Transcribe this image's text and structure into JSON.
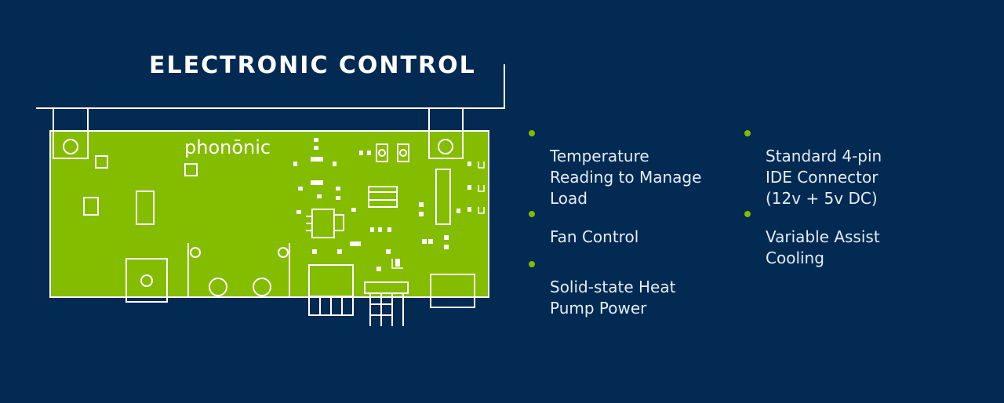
{
  "title": "ELECTRONIC CONTROL",
  "brand": "phonōnic",
  "features": [
    {
      "text": "Temperature\nReading to Manage\nLoad"
    },
    {
      "text": "Fan Control"
    },
    {
      "text": "Solid-state Heat\nPump Power"
    },
    {
      "text": "Standard 4-pin\nIDE Connector\n(12v + 5v DC)"
    },
    {
      "text": "Variable Assist\nCooling"
    }
  ],
  "colors": {
    "background": "#022a52",
    "board": "#84bc00",
    "outline": "#ffffff",
    "bullet": "#84bc00",
    "text": "#e4ecf5"
  }
}
